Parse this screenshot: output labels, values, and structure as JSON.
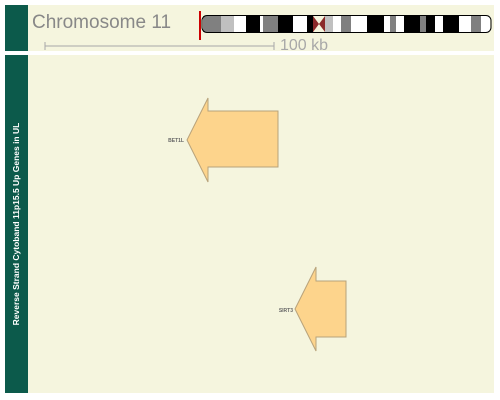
{
  "header": {
    "chromosome_title": "Chromosome 11",
    "scale_label": "100 kb"
  },
  "track": {
    "label": "Reverse Strand Cytoband 11p15.5 Up Genes in UL"
  },
  "genes": [
    {
      "symbol": "BET1L",
      "strand": "reverse"
    },
    {
      "symbol": "SIRT3",
      "strand": "reverse"
    }
  ],
  "colors": {
    "track_bar": "#0c5a4b",
    "panel_background": "#f5f5de",
    "gene_fill": "#fdd48c",
    "gene_stroke": "#b8a27a",
    "position_marker": "#cc0000",
    "centromere": "#8b2a2a"
  }
}
